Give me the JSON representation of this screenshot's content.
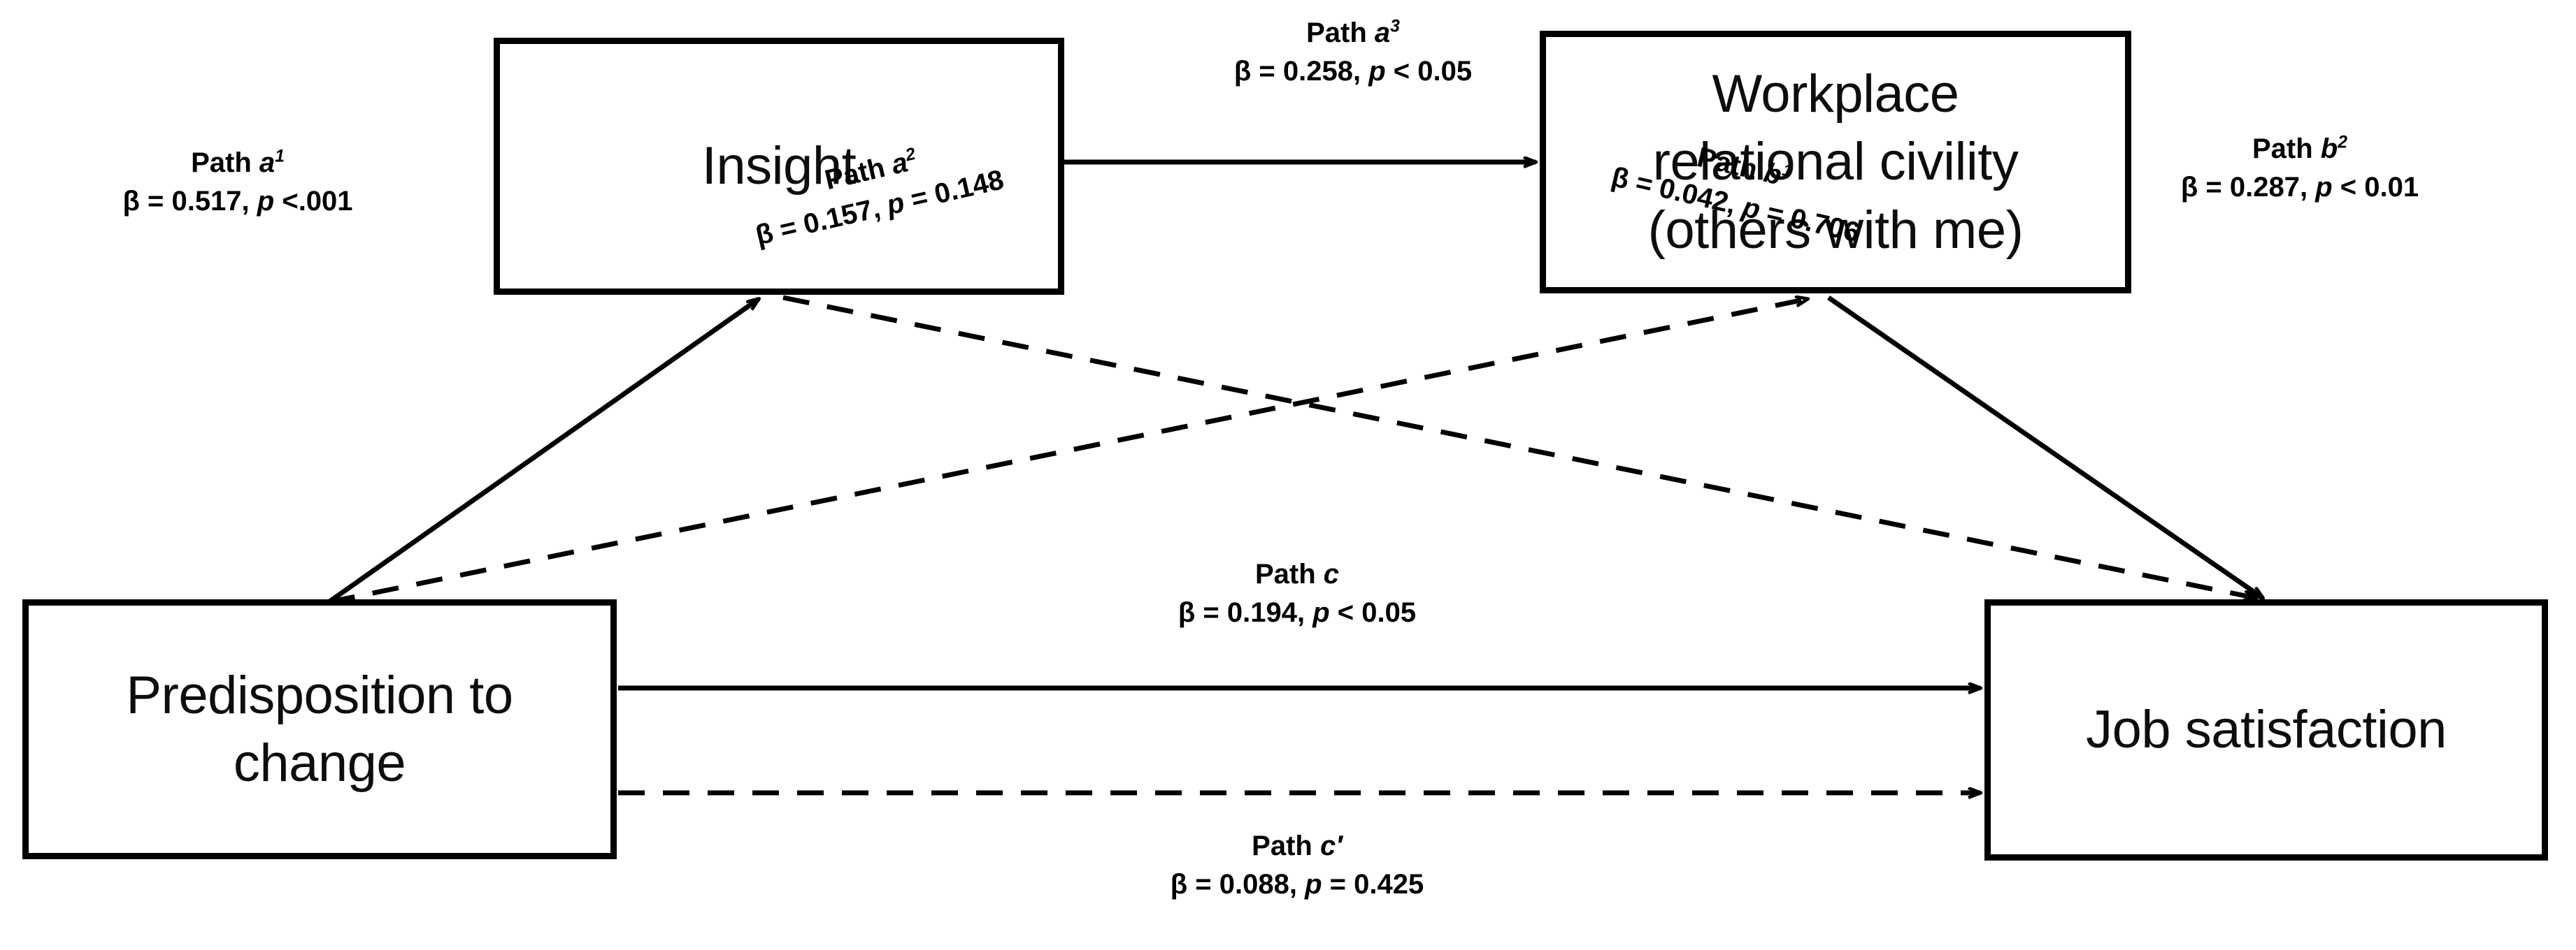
{
  "diagram": {
    "type": "path-model",
    "background": "#ffffff",
    "line_color": "#000000",
    "nodes": [
      {
        "id": "insight",
        "label": "Insight"
      },
      {
        "id": "civility",
        "label": "Workplace\nrelational civility\n(others with me)"
      },
      {
        "id": "predisposition",
        "label": "Predisposition to\nchange"
      },
      {
        "id": "jobsat",
        "label": "Job satisfaction"
      }
    ],
    "paths": [
      {
        "id": "a1",
        "name_prefix": "Path ",
        "name_symbol": "a",
        "name_superscript": "1",
        "beta_text": "β = 0.517, ",
        "p_italic": "p",
        "p_rest": " <.001",
        "beta": 0.517,
        "p": "<.001",
        "style": "solid",
        "from": "predisposition",
        "to": "insight"
      },
      {
        "id": "a2",
        "name_prefix": "Path ",
        "name_symbol": "a",
        "name_superscript": "2",
        "beta_text": "β = 0.157, ",
        "p_italic": "p",
        "p_rest": " = 0.148",
        "beta": 0.157,
        "p": "0.148",
        "style": "dashed",
        "from": "predisposition",
        "to": "civility"
      },
      {
        "id": "a3",
        "name_prefix": "Path ",
        "name_symbol": "a",
        "name_superscript": "3",
        "beta_text": "β = 0.258, ",
        "p_italic": "p",
        "p_rest": " < 0.05",
        "beta": 0.258,
        "p": "<0.05",
        "style": "solid",
        "from": "insight",
        "to": "civility"
      },
      {
        "id": "b1",
        "name_prefix": "Path ",
        "name_symbol": "b",
        "name_superscript": "1",
        "beta_text": "β = 0.042, ",
        "p_italic": "p",
        "p_rest": " = 0.706",
        "beta": 0.042,
        "p": "0.706",
        "style": "dashed",
        "from": "insight",
        "to": "jobsat"
      },
      {
        "id": "b2",
        "name_prefix": "Path ",
        "name_symbol": "b",
        "name_superscript": "2",
        "beta_text": "β = 0.287, ",
        "p_italic": "p",
        "p_rest": " < 0.01",
        "beta": 0.287,
        "p": "<0.01",
        "style": "solid",
        "from": "civility",
        "to": "jobsat"
      },
      {
        "id": "c",
        "name_prefix": "Path ",
        "name_symbol": "c",
        "name_superscript": "",
        "beta_text": "β = 0.194, ",
        "p_italic": "p",
        "p_rest": " < 0.05",
        "beta": 0.194,
        "p": "<0.05",
        "style": "solid",
        "from": "predisposition",
        "to": "jobsat"
      },
      {
        "id": "cprime",
        "name_prefix": "Path ",
        "name_symbol": "c′",
        "name_superscript": "",
        "beta_text": "β = 0.088, ",
        "p_italic": "p",
        "p_rest": " = 0.425",
        "beta": 0.088,
        "p": "0.425",
        "style": "dashed",
        "from": "predisposition",
        "to": "jobsat"
      }
    ]
  }
}
